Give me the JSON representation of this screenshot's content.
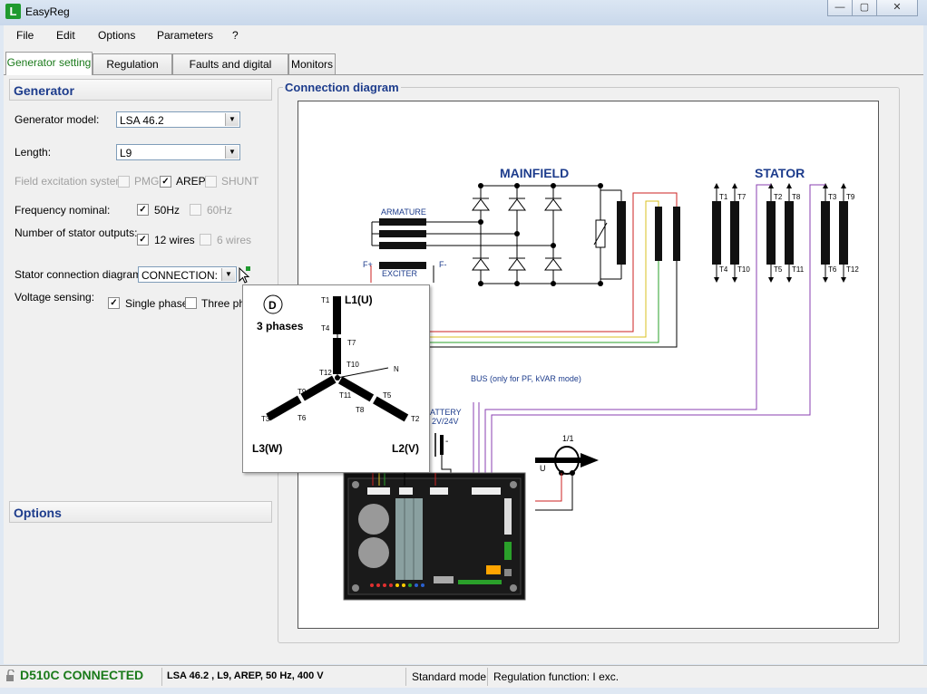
{
  "window": {
    "title": "EasyReg",
    "logo_glyph": "L",
    "minimize_glyph": "—",
    "maximize_glyph": "▢",
    "close_glyph": "✕"
  },
  "menu": {
    "file": "File",
    "edit": "Edit",
    "options": "Options",
    "parameters": "Parameters",
    "help": "?"
  },
  "tabs": [
    "Generator setting",
    "Regulation mode",
    "Faults and digital outputs",
    "Monitors"
  ],
  "generator": {
    "header": "Generator",
    "model_label": "Generator model:",
    "model_value": "LSA 46.2",
    "length_label": "Length:",
    "length_value": "L9",
    "excitation_label": "Field excitation system:",
    "excitation_pmg": "PMG",
    "excitation_arep": "AREP",
    "excitation_shunt": "SHUNT",
    "frequency_label": "Frequency nominal:",
    "freq_50": "50Hz",
    "freq_60": "60Hz",
    "stator_outputs_label": "Number of stator outputs:",
    "wires_12": "12 wires",
    "wires_6": "6 wires",
    "stator_diagram_label": "Stator connection diagram:",
    "stator_diagram_value": "CONNECTION: D",
    "voltage_sensing_label": "Voltage sensing:",
    "single_phase": "Single phase",
    "three_phase": "Three ph"
  },
  "options": {
    "header": "Options"
  },
  "diagram": {
    "title": "Connection diagram",
    "mainfield": "MAINFIELD",
    "stator": "STATOR",
    "armature": "ARMATURE",
    "exciter": "EXCITER",
    "f_plus": "F+",
    "f_minus": "F-",
    "bus_note": "BUS (only for PF, kVAR mode)",
    "battery_line1": "ATTERY",
    "battery_line2": "2V/24V",
    "battery_minus": "-",
    "ratio": "1/1",
    "u_label": "U",
    "stator_top": [
      "T1",
      "T7",
      "T2",
      "T8",
      "T3",
      "T9"
    ],
    "stator_bottom": [
      "T4",
      "T10",
      "T5",
      "T11",
      "T6",
      "T12"
    ]
  },
  "popup": {
    "badge": "D",
    "phases": "3 phases",
    "l1": "L1(U)",
    "l2": "L2(V)",
    "l3": "L3(W)",
    "n": "N",
    "t1": "T1",
    "t4": "T4",
    "t7": "T7",
    "t10": "T10",
    "t12": "T12",
    "t11": "T11",
    "t9": "T9",
    "t6": "T6",
    "t3": "T3",
    "t5": "T5",
    "t8": "T8",
    "t2": "T2"
  },
  "status": {
    "connection": "D510C CONNECTED",
    "summary": "LSA 46.2  , L9, AREP, 50 Hz, 400 V",
    "mode": "Standard mode",
    "regulation": "Regulation function: I exc."
  },
  "colors": {
    "accent_green": "#1a7a1a",
    "header_blue": "#1d3c8c",
    "wire_red": "#cc2222",
    "wire_yellow": "#d8c020",
    "wire_green": "#2aa02a",
    "wire_purple": "#8a3fb0"
  }
}
